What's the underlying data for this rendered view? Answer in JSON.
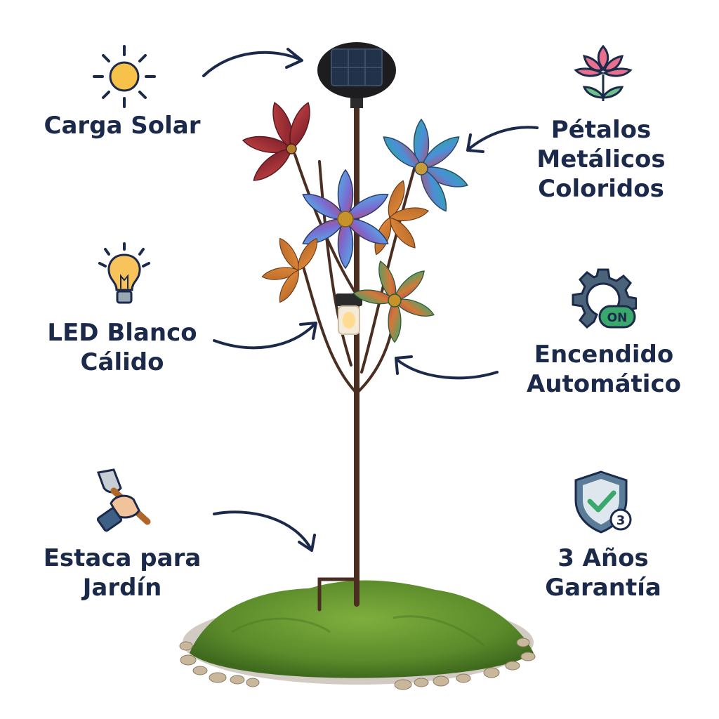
{
  "features": {
    "solar": {
      "icon": "sun-icon",
      "lines": [
        "Carga Solar"
      ]
    },
    "led": {
      "icon": "lightbulb-icon",
      "lines": [
        "LED Blanco",
        "Cálido"
      ]
    },
    "stake": {
      "icon": "garden-trowel-icon",
      "lines": [
        "Estaca para",
        "Jardín"
      ]
    },
    "petals": {
      "icon": "flower-icon",
      "lines": [
        "Pétalos",
        "Metálicos",
        "Coloridos"
      ]
    },
    "auto": {
      "icon": "gear-on-icon",
      "badge": "ON",
      "lines": [
        "Encendido",
        "Automático"
      ]
    },
    "warranty": {
      "icon": "shield-check-icon",
      "badge": "3",
      "lines": [
        "3 Años",
        "Garantía"
      ]
    }
  },
  "colors": {
    "text": "#1b2a4a",
    "sun": "#f6c24a",
    "gear": "#4a6378",
    "on_badge": "#2e8b57",
    "shield": "#5b7c99",
    "check": "#3aa76d",
    "moss": "#5f8f2f"
  }
}
